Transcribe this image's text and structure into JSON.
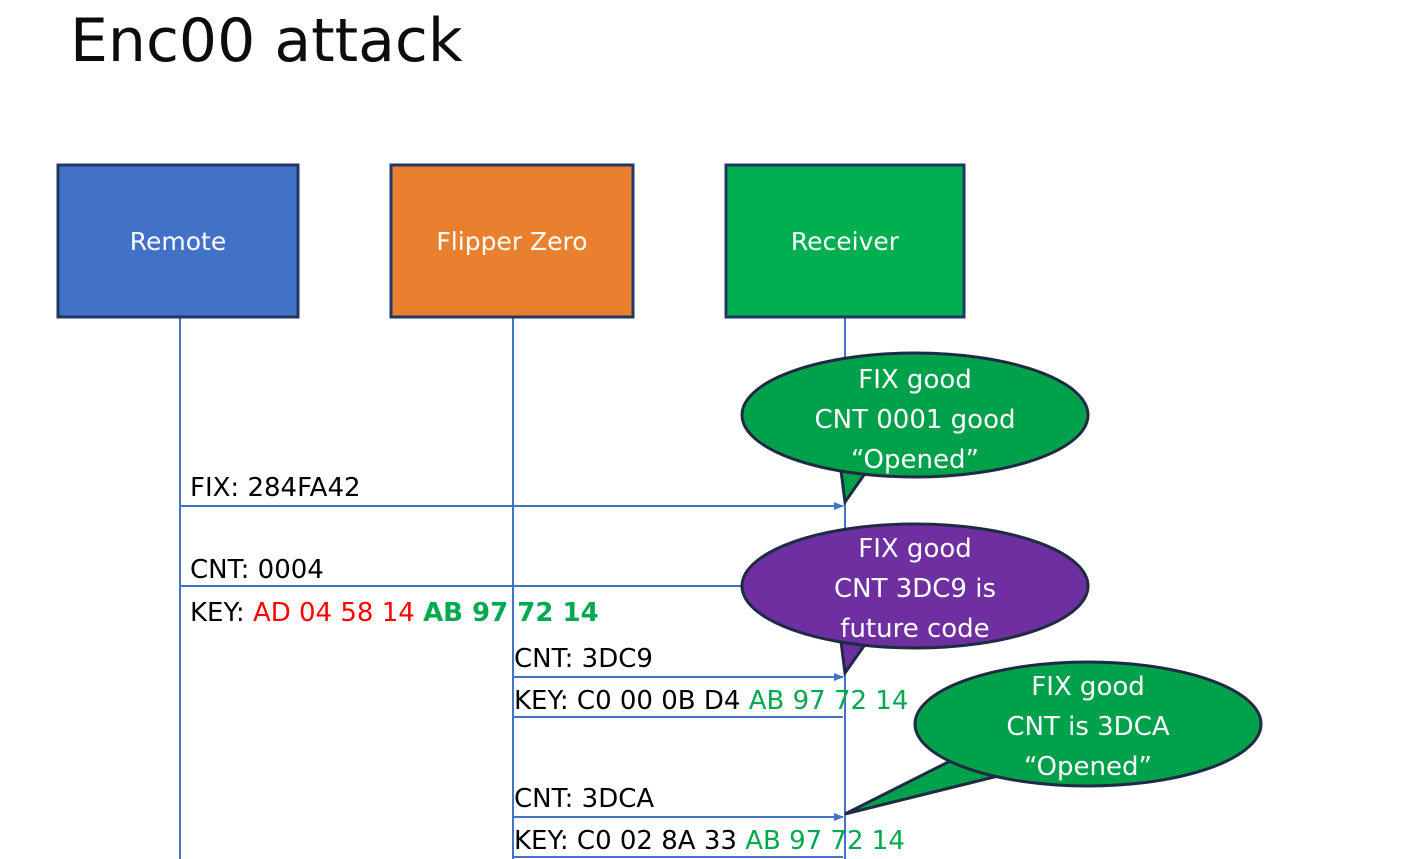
{
  "slide": {
    "title": "Enc00 attack",
    "background": "#ffffff"
  },
  "colors": {
    "remote_fill": "#4272c8",
    "flipper_fill": "#e8802e",
    "receiver_fill": "#00af50",
    "box_border": "#1f3864",
    "lifeline": "#4472c4",
    "arrow": "#4472c4",
    "bubble_green": "#00a14b",
    "bubble_purple": "#6e2fa0",
    "bubble_border": "#1f2a44",
    "text_black": "#000000",
    "text_red": "#ff0000",
    "text_green": "#00a94f",
    "title_color": "#0d0d0d"
  },
  "lanes": [
    {
      "id": "remote",
      "label": "Remote"
    },
    {
      "id": "flipper",
      "label": "Flipper Zero"
    },
    {
      "id": "receiver",
      "label": "Receiver"
    }
  ],
  "messages": [
    {
      "id": "msg-1",
      "from": "remote",
      "to": "receiver",
      "lines": [
        {
          "text": "FIX: 284FA42"
        }
      ]
    },
    {
      "id": "msg-1-detail",
      "from": "remote",
      "to": "receiver",
      "lines": [
        {
          "text": "CNT: 0004"
        },
        {
          "label": "KEY: ",
          "red": "AD 04 58 14 ",
          "green": "AB 97 72 14"
        }
      ]
    },
    {
      "id": "msg-2",
      "from": "flipper",
      "to": "receiver",
      "lines": [
        {
          "text": "CNT: 3DC9"
        },
        {
          "label": "KEY: C0 00 0B D4 ",
          "green": "AB 97 72 14"
        }
      ]
    },
    {
      "id": "msg-3",
      "from": "flipper",
      "to": "receiver",
      "lines": [
        {
          "text": "CNT: 3DCA"
        },
        {
          "label": "KEY: C0 02 8A 33 ",
          "green": "AB 97 72 14"
        }
      ]
    }
  ],
  "labels": {
    "fix_line": "FIX: 284FA42",
    "cnt_0004": "CNT: 0004",
    "key1_prefix": "KEY: ",
    "key1_red": "AD 04 58 14",
    "key1_green": "AB 97 72 14",
    "cnt_3dc9": "CNT: 3DC9",
    "key2_prefix": "KEY: C0 00 0B D4",
    "key2_green": "AB 97 72 14",
    "cnt_3dca": "CNT: 3DCA",
    "key3_prefix": "KEY: C0 02 8A 33",
    "key3_green": "AB 97 72 14"
  },
  "bubbles": [
    {
      "id": "bubble-1",
      "color": "green",
      "lines": [
        "FIX good",
        "CNT 0001 good",
        "“Opened”"
      ]
    },
    {
      "id": "bubble-2",
      "color": "purple",
      "lines": [
        "FIX good",
        "CNT 3DC9 is",
        "future code"
      ]
    },
    {
      "id": "bubble-3",
      "color": "green",
      "lines": [
        "FIX good",
        "CNT is 3DCA",
        "“Opened”"
      ]
    }
  ]
}
